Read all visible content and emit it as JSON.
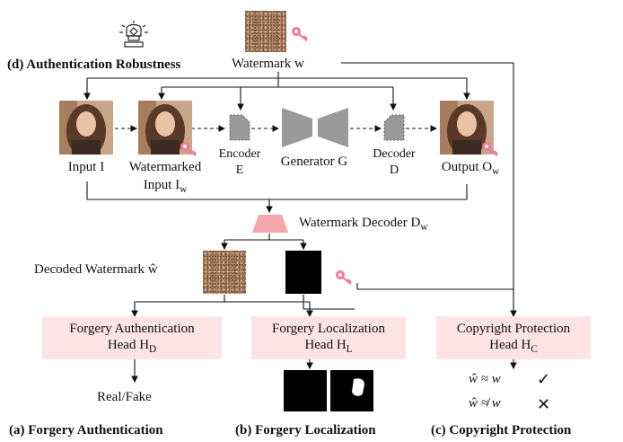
{
  "top": {
    "title": "(d) Authentication Robustness",
    "watermark_label": "Watermark w"
  },
  "pipeline": {
    "input_label": "Input I",
    "watermarked_label_1": "Watermarked",
    "watermarked_label_2": "Input I",
    "watermarked_sub": "w",
    "encoder_label_1": "Encoder",
    "encoder_label_2": "E",
    "generator_label": "Generator G",
    "decoder_label_1": "Decoder",
    "decoder_label_2": "D",
    "output_label": "Output O",
    "output_sub": "w"
  },
  "decoder": {
    "label": "Watermark Decoder D",
    "sub": "w",
    "decoded_label": "Decoded Watermark ŵ"
  },
  "heads": {
    "authentication_1": "Forgery Authentication",
    "authentication_2": "Head H",
    "authentication_sub": "D",
    "localization_1": "Forgery Localization",
    "localization_2": "Head H",
    "localization_sub": "L",
    "copyright_1": "Copyright Protection",
    "copyright_2": "Head H",
    "copyright_sub": "C"
  },
  "results": {
    "real_fake": "Real/Fake",
    "match": "ŵ ≈ w",
    "mismatch": "ŵ ≉ w",
    "check": "✓",
    "cross": "✕"
  },
  "captions": {
    "a": "(a) Forgery Authentication",
    "b": "(b) Forgery Localization",
    "c": "(c) Copyright Protection"
  },
  "colors": {
    "head_box": "#fce4e4",
    "key": "#f07896",
    "decoder_shape": "#f4a6aa",
    "module_gray": "#9a9a9a"
  }
}
